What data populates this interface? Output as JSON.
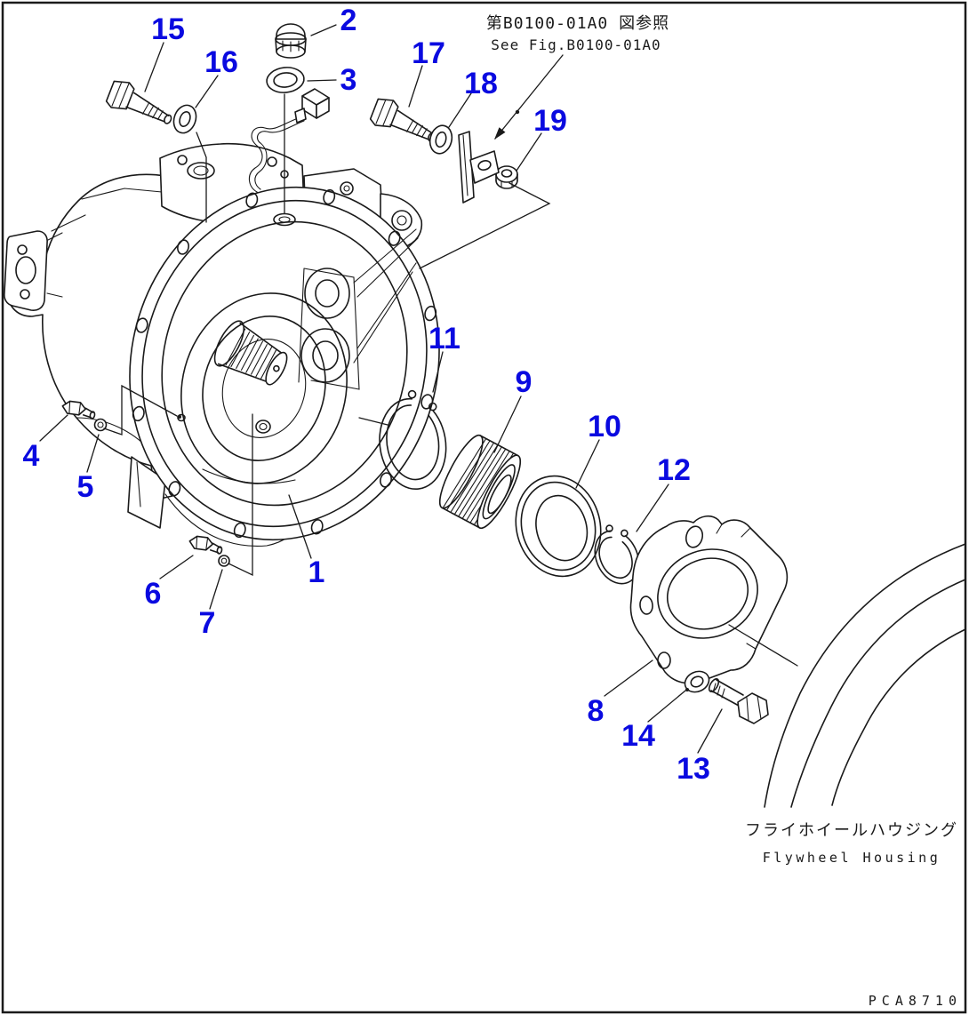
{
  "page": {
    "background": "#ffffff",
    "line_color": "#1a1a1a"
  },
  "callout_color": "#0a0ae0",
  "reference_note": {
    "jp": "第B0100-01A0 図参照",
    "en": "See Fig.B0100-01A0"
  },
  "flywheel_housing": {
    "jp": "フライホイールハウジング",
    "en": "Flywheel Housing"
  },
  "drawing_code": "PCA8710",
  "callouts": [
    "1",
    "2",
    "3",
    "4",
    "5",
    "6",
    "7",
    "8",
    "9",
    "10",
    "11",
    "12",
    "13",
    "14",
    "15",
    "16",
    "17",
    "18",
    "19"
  ]
}
